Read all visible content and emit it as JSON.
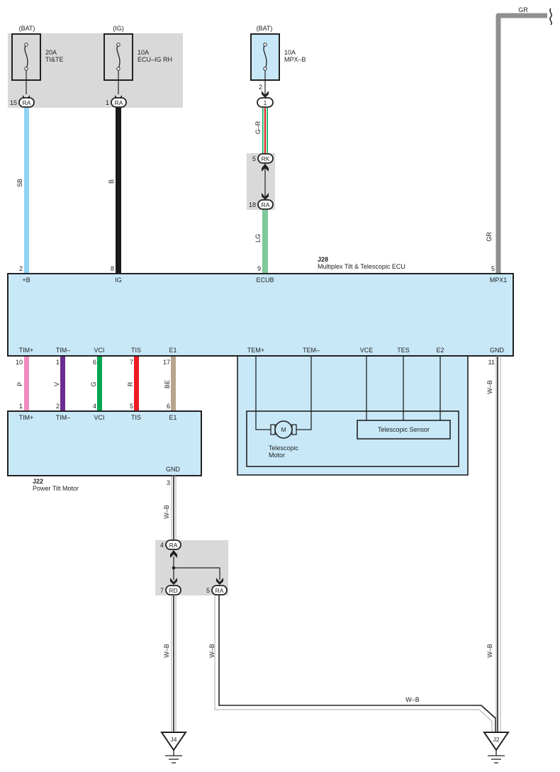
{
  "diagram": {
    "type": "wiring-diagram",
    "colors": {
      "ecu_fill": "#c8e8f8",
      "junction_fill": "#d9d9d9",
      "wire_SB": "#8fd3f4",
      "wire_B": "#1a1a1a",
      "wire_LG": "#7fc99a",
      "wire_GR": "#909090",
      "wire_P": "#f08cbf",
      "wire_V": "#6a2d91",
      "wire_G": "#00a651",
      "wire_R": "#ed1c24",
      "wire_BE": "#b8a48e",
      "wire_G_R_base": "#00a651",
      "wire_G_R_stripe": "#ed1c24"
    },
    "fuses": [
      {
        "source": "(BAT)",
        "rating": "20A",
        "name": "TI&TE",
        "pin": "15",
        "connector": "RA"
      },
      {
        "source": "(IG)",
        "rating": "10A",
        "name": "ECU–IG RH",
        "pin": "1",
        "connector": "RA"
      },
      {
        "source": "(BAT)",
        "rating": "10A",
        "name": "MPX–B",
        "pin": "2",
        "connector": "1"
      }
    ],
    "junction_mpx": {
      "upper": {
        "pin": "5",
        "connector": "RK"
      },
      "lower": {
        "pin": "18",
        "connector": "RA"
      }
    },
    "wires": {
      "sb": "SB",
      "b": "B",
      "gr_lbl": "G–R",
      "lg": "LG",
      "gr": "GR",
      "gr_top": "GR",
      "p": "P",
      "v": "V",
      "g": "G",
      "r": "R",
      "be": "BE",
      "wb_j22": "W–B",
      "wb_gnd": "W–B",
      "wb_j4": "W–B",
      "wb_ra5": "W–B",
      "wb_horiz": "W–B",
      "wb_j2": "W–B"
    },
    "ecu": {
      "id": "J28",
      "name": "Multiplex Tilt & Telescopic ECU",
      "top_pins": [
        {
          "num": "2",
          "label": "+B"
        },
        {
          "num": "8",
          "label": "IG"
        },
        {
          "num": "9",
          "label": "ECUB"
        },
        {
          "num": "5",
          "label": "MPX1"
        }
      ],
      "bottom_pins": [
        {
          "num": "10",
          "label": "TIM+"
        },
        {
          "num": "1",
          "label": "TIM–"
        },
        {
          "num": "6",
          "label": "VCI"
        },
        {
          "num": "7",
          "label": "TIS"
        },
        {
          "num": "17",
          "label": "E1"
        },
        {
          "num": "",
          "label": "TEM+"
        },
        {
          "num": "",
          "label": "TEM–"
        },
        {
          "num": "",
          "label": "VCE"
        },
        {
          "num": "",
          "label": "TES"
        },
        {
          "num": "",
          "label": "E2"
        },
        {
          "num": "11",
          "label": "GND"
        }
      ],
      "motor_symbol": "M",
      "motor_label_1": "Telescopic",
      "motor_label_2": "Motor",
      "sensor_label": "Telescopic Sensor"
    },
    "tilt_motor": {
      "id": "J22",
      "name": "Power Tilt Motor",
      "pins": [
        {
          "num": "1",
          "label": "TIM+"
        },
        {
          "num": "2",
          "label": "TIM–"
        },
        {
          "num": "4",
          "label": "VCI"
        },
        {
          "num": "5",
          "label": "TIS"
        },
        {
          "num": "6",
          "label": "E1"
        },
        {
          "num": "3",
          "label": "GND"
        }
      ]
    },
    "junction_gnd": {
      "top": {
        "pin": "4",
        "connector": "RA"
      },
      "left": {
        "pin": "7",
        "connector": "RD"
      },
      "right": {
        "pin": "5",
        "connector": "RA"
      }
    },
    "grounds": [
      {
        "id": "J4"
      },
      {
        "id": "J2"
      }
    ]
  }
}
